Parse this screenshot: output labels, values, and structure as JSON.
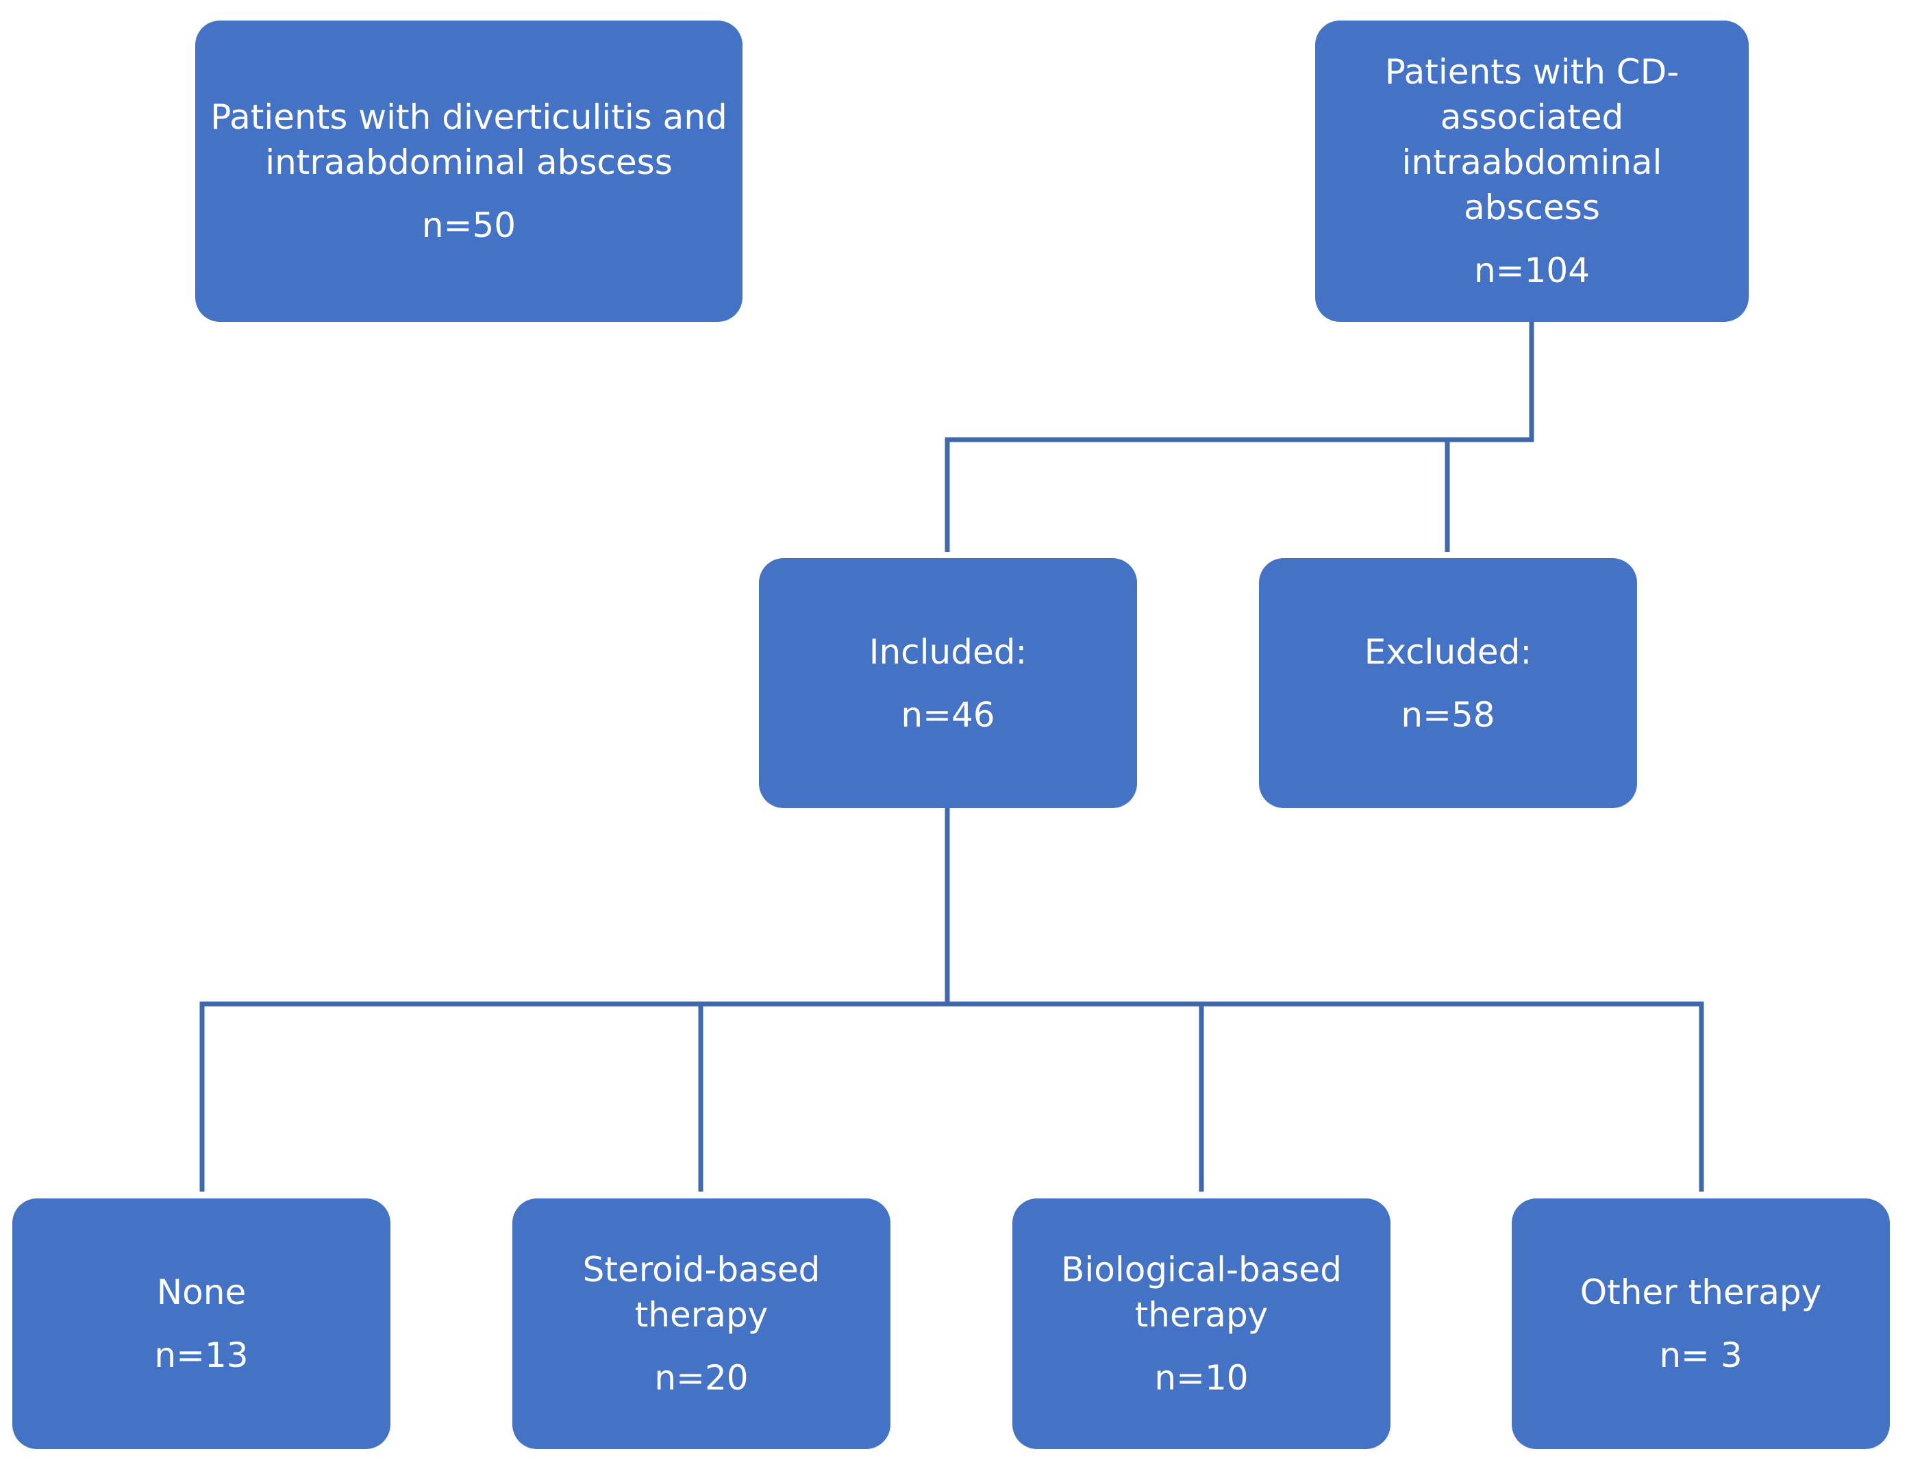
{
  "colors": {
    "box_fill": "#4472c4",
    "box_text": "#ffffff",
    "connector": "#3f68ad"
  },
  "boxes": {
    "diverticulitis": {
      "label": "Patients with diverticulitis and\nintraabdominal abscess",
      "count": "n=50"
    },
    "cd_abscess": {
      "label": "Patients with CD-\nassociated\nintraabdominal\nabscess",
      "count": "n=104"
    },
    "included": {
      "label": "Included:",
      "count": "n=46"
    },
    "excluded": {
      "label": "Excluded:",
      "count": "n=58"
    },
    "none": {
      "label": "None",
      "count": "n=13"
    },
    "steroid": {
      "label": "Steroid-based\ntherapy",
      "count": "n=20"
    },
    "biological": {
      "label": "Biological-based\ntherapy",
      "count": "n=10"
    },
    "other": {
      "label": "Other therapy",
      "count": "n= 3"
    }
  }
}
